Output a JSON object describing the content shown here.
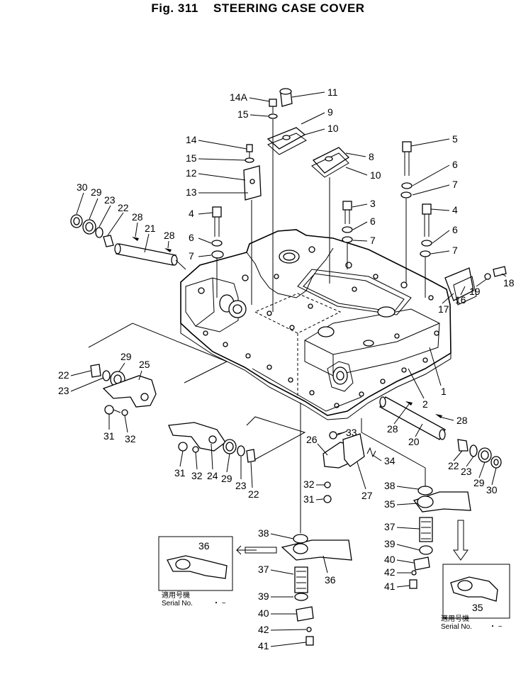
{
  "title": {
    "fig": "Fig. 311",
    "name": "STEERING CASE COVER"
  },
  "callouts": {
    "c1": "1",
    "c2": "2",
    "c3": "3",
    "c4a": "4",
    "c4b": "4",
    "c5": "5",
    "c6a": "6",
    "c6b": "6",
    "c6c": "6",
    "c6d": "6",
    "c7a": "7",
    "c7b": "7",
    "c7c": "7",
    "c7d": "7",
    "c8": "8",
    "c9": "9",
    "c10a": "10",
    "c10b": "10",
    "c11": "11",
    "c12": "12",
    "c13": "13",
    "c14": "14",
    "c14a": "14A",
    "c15a": "15",
    "c15b": "15",
    "c16": "16",
    "c17": "17",
    "c18": "18",
    "c19": "19",
    "c20": "20",
    "c21": "21",
    "c22a": "22",
    "c22b": "22",
    "c22c": "22",
    "c22d": "22",
    "c23a": "23",
    "c23b": "23",
    "c23c": "23",
    "c23d": "23",
    "c24": "24",
    "c25": "25",
    "c26": "26",
    "c27": "27",
    "c28a": "28",
    "c28b": "28",
    "c28c": "28",
    "c28d": "28",
    "c29a": "29",
    "c29b": "29",
    "c29c": "29",
    "c29d": "29",
    "c30a": "30",
    "c30b": "30",
    "c31a": "31",
    "c31b": "31",
    "c31c": "31",
    "c32a": "32",
    "c32b": "32",
    "c32c": "32",
    "c33": "33",
    "c34": "34",
    "c35a": "35",
    "c35b": "35",
    "c36a": "36",
    "c36b": "36",
    "c37a": "37",
    "c37b": "37",
    "c38a": "38",
    "c38b": "38",
    "c39a": "39",
    "c39b": "39",
    "c40a": "40",
    "c40b": "40",
    "c41a": "41",
    "c41b": "41",
    "c42a": "42",
    "c42b": "42"
  },
  "insets": {
    "left": {
      "jp": "適用号機",
      "serial": "Serial  No.",
      "range": "・ ~"
    },
    "right": {
      "jp": "適用号機",
      "serial": "Serial  No.",
      "range": "・ ~"
    }
  }
}
